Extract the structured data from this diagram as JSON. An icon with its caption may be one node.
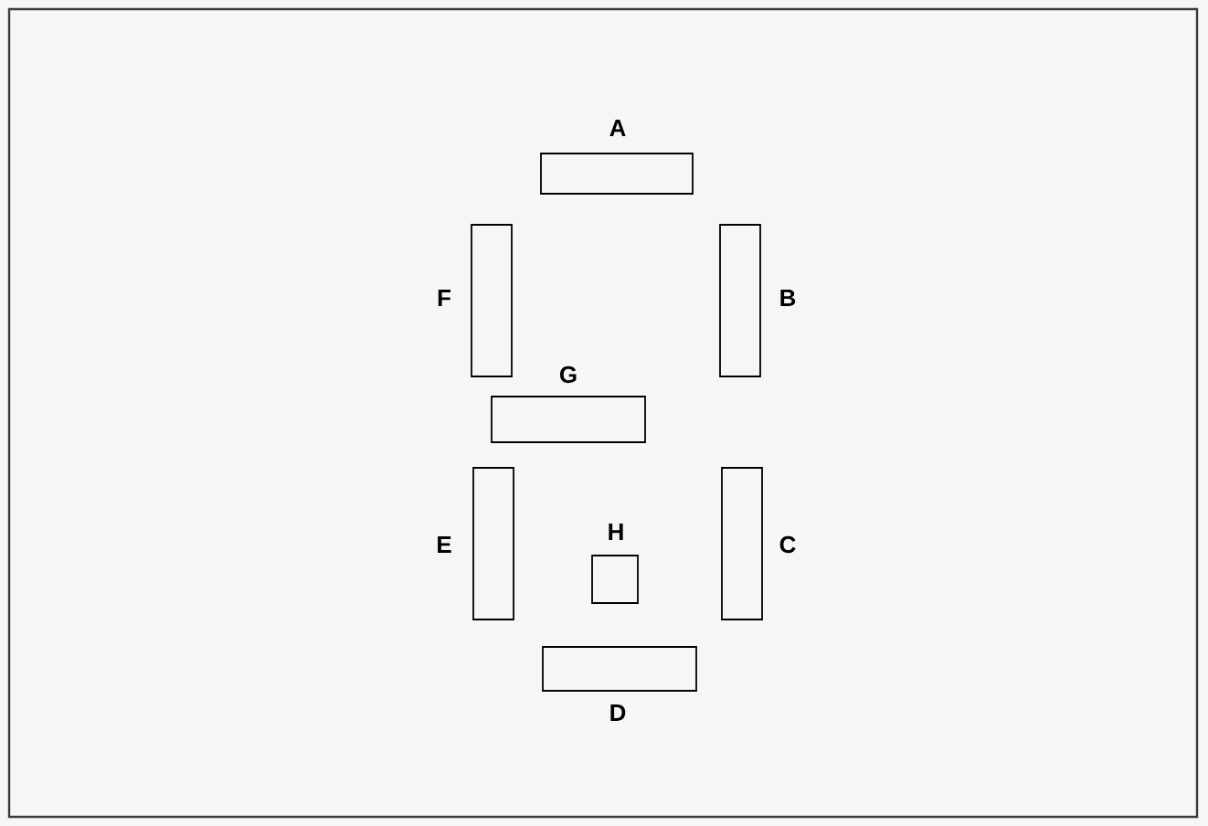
{
  "diagram": {
    "nodes": [
      {
        "text": [],
        "shape": "box",
        "beside": [
          "A"
        ]
      },
      {
        "text": [],
        "shape": "box",
        "beside": [
          "F"
        ]
      },
      {
        "text": [],
        "shape": "box",
        "beside": [
          "B"
        ]
      },
      {
        "text": [],
        "shape": "box",
        "beside": [
          "G"
        ]
      },
      {
        "text": [],
        "shape": "box",
        "beside": [
          "E"
        ]
      },
      {
        "text": [],
        "shape": "box",
        "beside": [
          "H"
        ]
      },
      {
        "text": [],
        "shape": "box",
        "beside": [
          "C"
        ]
      },
      {
        "text": [],
        "shape": "box",
        "beside": [
          "D"
        ]
      }
    ]
  }
}
